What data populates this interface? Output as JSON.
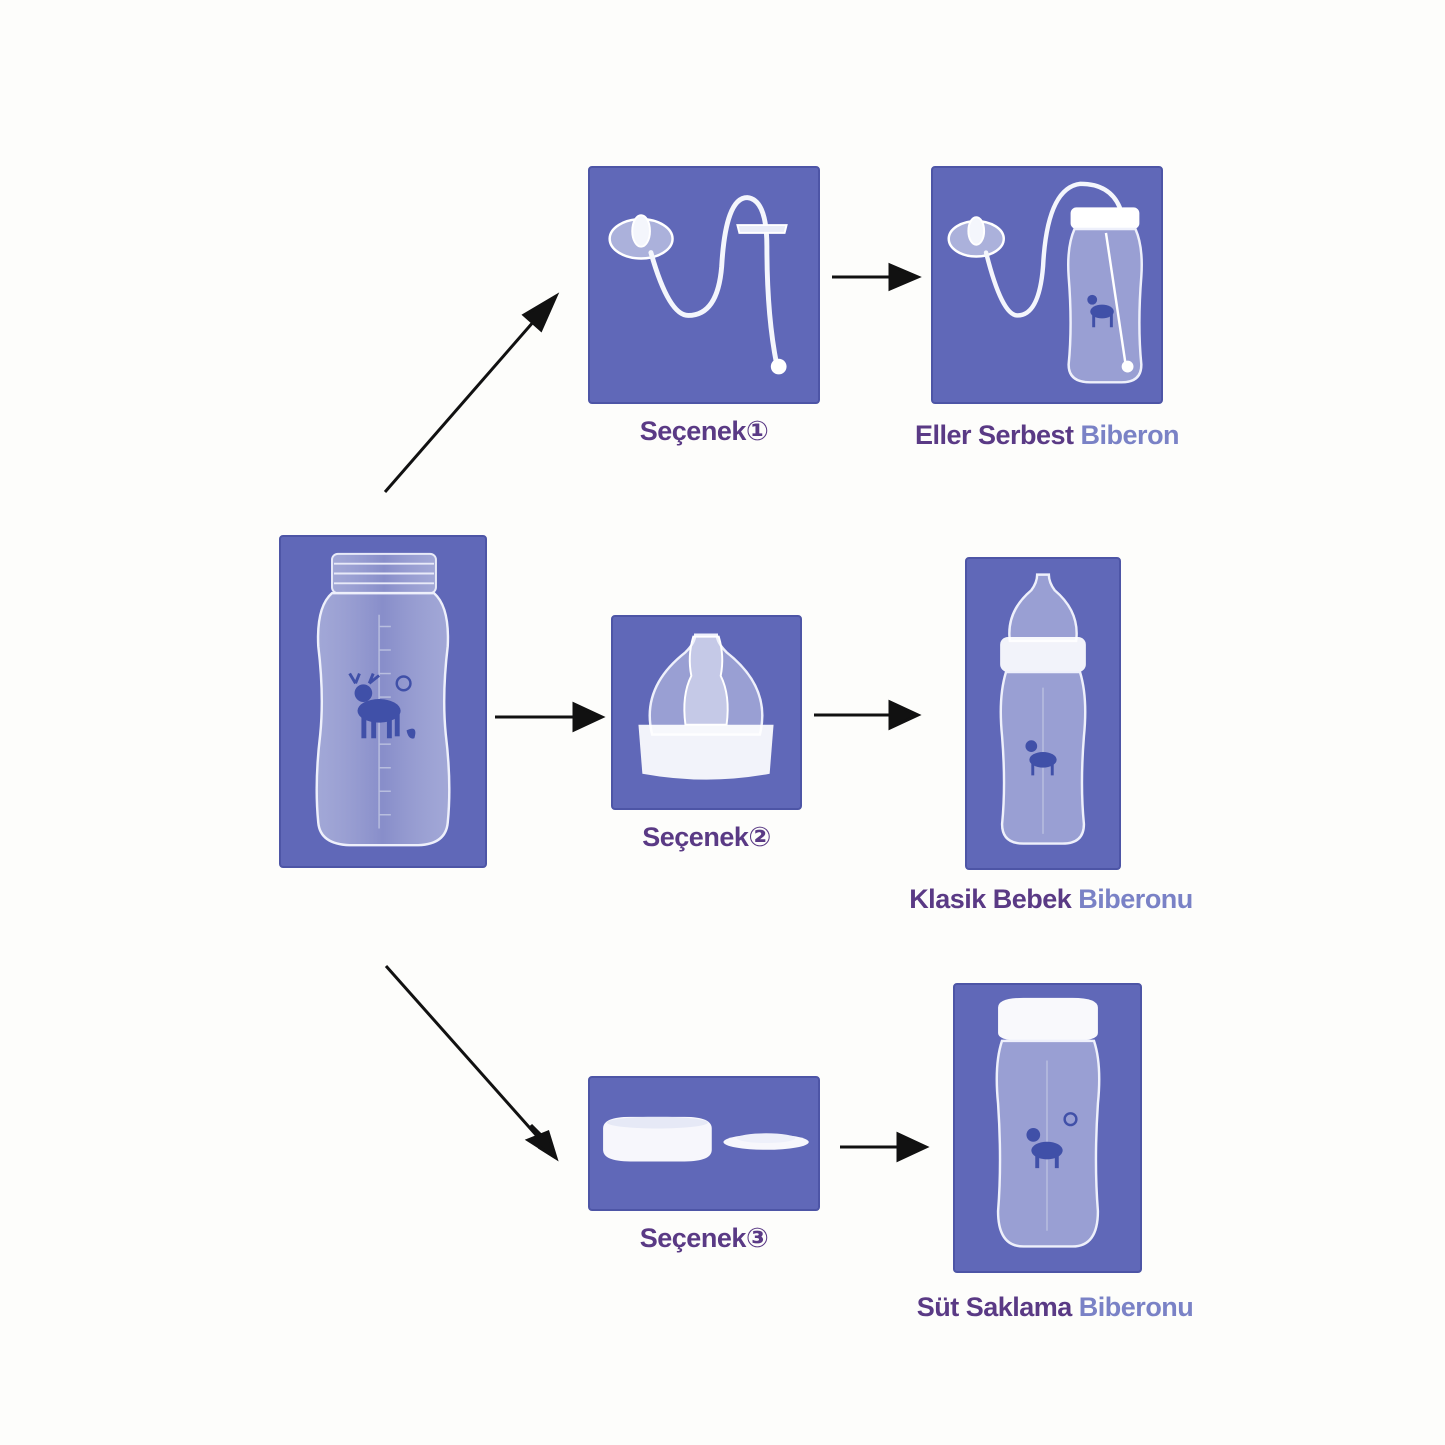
{
  "options": [
    {
      "label": "Seçenek①"
    },
    {
      "label": "Seçenek②"
    },
    {
      "label": "Seçenek③"
    }
  ],
  "results": [
    {
      "label_main": "Eller Serbest",
      "label_accent": "Biberon"
    },
    {
      "label_main": "Klasik Bebek",
      "label_accent": "Biberonu"
    },
    {
      "label_main": "Süt Saklama",
      "label_accent": "Biberonu"
    }
  ],
  "colors": {
    "panel": "#6068b8",
    "caption_dark": "#5a3a85",
    "caption_light": "#7a82c6",
    "deer": "#4050a8"
  }
}
